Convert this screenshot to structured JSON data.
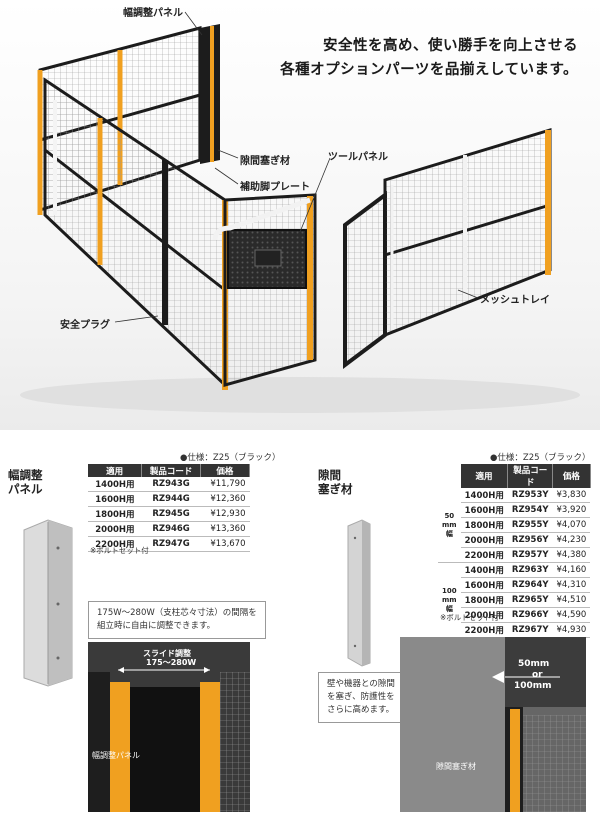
{
  "hero": {
    "headline_line1": "安全性を高め、使い勝手を向上させる",
    "headline_line2": "各種オプションパーツを品揃えしています。",
    "callouts": {
      "width_panel": "幅調整パネル",
      "gap_filler": "隙間塞ぎ材",
      "tool_panel": "ツールパネル",
      "aux_plate": "補助脚プレート",
      "mesh_tray": "メッシュトレイ",
      "safety_plug": "安全プラグ"
    }
  },
  "width_panel_section": {
    "title_line1": "幅調整",
    "title_line2": "パネル",
    "spec": "●仕様：Z25（ブラック）",
    "columns": [
      "適用",
      "製品コード",
      "価格"
    ],
    "rows": [
      {
        "size": "1400H用",
        "code": "RZ943G",
        "price": "¥11,790"
      },
      {
        "size": "1600H用",
        "code": "RZ944G",
        "price": "¥12,360"
      },
      {
        "size": "1800H用",
        "code": "RZ945G",
        "price": "¥12,930"
      },
      {
        "size": "2000H用",
        "code": "RZ946G",
        "price": "¥13,360"
      },
      {
        "size": "2200H用",
        "code": "RZ947G",
        "price": "¥13,670"
      }
    ],
    "note": "※ボルトセット付",
    "info_line1": "175W～280W（支柱芯々寸法）の間隔を",
    "info_line2": "組立時に自由に調整できます。",
    "photo_arrow_label1": "スライド調整",
    "photo_arrow_label2": "175～280W",
    "photo_label": "幅調整パネル"
  },
  "gap_filler_section": {
    "title_line1": "隙間",
    "title_line2": "塞ぎ材",
    "spec": "●仕様：Z25（ブラック）",
    "columns": [
      "",
      "適用",
      "製品コード",
      "価格"
    ],
    "group50_label_a": "50",
    "group50_label_b": "mm",
    "group50_label_c": "幅",
    "group100_label_a": "100",
    "group100_label_b": "mm",
    "group100_label_c": "幅",
    "rows50": [
      {
        "size": "1400H用",
        "code": "RZ953Y",
        "price": "¥3,830"
      },
      {
        "size": "1600H用",
        "code": "RZ954Y",
        "price": "¥3,920"
      },
      {
        "size": "1800H用",
        "code": "RZ955Y",
        "price": "¥4,070"
      },
      {
        "size": "2000H用",
        "code": "RZ956Y",
        "price": "¥4,230"
      },
      {
        "size": "2200H用",
        "code": "RZ957Y",
        "price": "¥4,380"
      }
    ],
    "rows100": [
      {
        "size": "1400H用",
        "code": "RZ963Y",
        "price": "¥4,160"
      },
      {
        "size": "1600H用",
        "code": "RZ964Y",
        "price": "¥4,310"
      },
      {
        "size": "1800H用",
        "code": "RZ965Y",
        "price": "¥4,510"
      },
      {
        "size": "2000H用",
        "code": "RZ966Y",
        "price": "¥4,590"
      },
      {
        "size": "2200H用",
        "code": "RZ967Y",
        "price": "¥4,930"
      }
    ],
    "note": "※ボルトセット付",
    "info_line1": "壁や機器との隙間",
    "info_line2": "を塞ぎ、防護性を",
    "info_line3": "さらに高めます。",
    "photo_dim1": "50mm",
    "photo_dim2": "or",
    "photo_dim3": "100mm",
    "photo_label": "隙間塞ぎ材"
  },
  "colors": {
    "accent_orange": "#f0a020",
    "frame_black": "#1c1c1c",
    "header_dark": "#333333"
  }
}
